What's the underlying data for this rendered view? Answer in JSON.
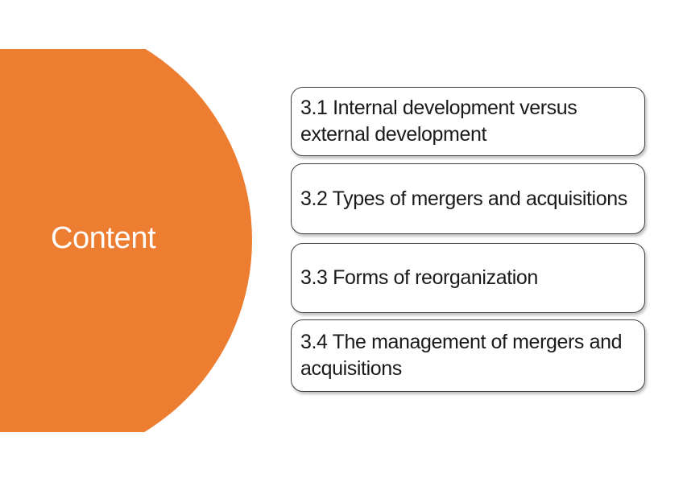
{
  "slide": {
    "title": "Content",
    "topics": [
      {
        "label": "3.1 Internal development versus external development"
      },
      {
        "label": "3.2 Types of mergers and acquisitions"
      },
      {
        "label": "3.3 Forms of reorganization"
      },
      {
        "label": "3.4 The management of mergers and acquisitions"
      }
    ],
    "colors": {
      "accent_orange": "#ED7D31",
      "box_border": "#404040",
      "box_text": "#1A1A1A",
      "title_text": "#FFFFFF",
      "background": "#FFFFFF"
    }
  }
}
